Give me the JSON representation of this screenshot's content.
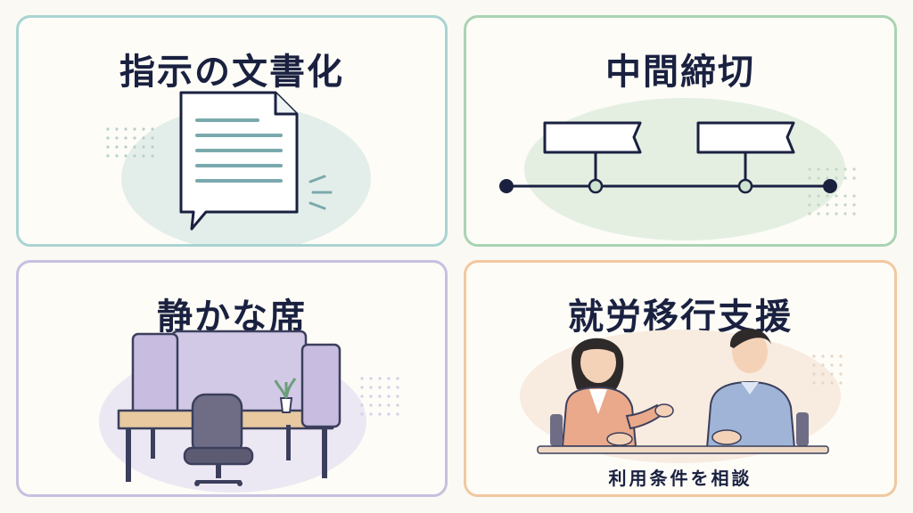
{
  "colors": {
    "card1_border": "#a9d4d2",
    "card2_border": "#a9d3b3",
    "card3_border": "#c9bfe0",
    "card4_border": "#f1c89f",
    "ink": "#1a2140",
    "card1_blob": "#e3eeea",
    "card2_blob": "#e4efe2",
    "card3_blob": "#ece8f3",
    "card4_blob": "#f8ebe0"
  },
  "cards": [
    {
      "title": "指示の文書化",
      "icon": "speech-document-icon"
    },
    {
      "title": "中間締切",
      "icon": "timeline-milestones-icon"
    },
    {
      "title": "静かな席",
      "icon": "partitioned-desk-icon"
    },
    {
      "title": "就労移行支援",
      "icon": "consultation-people-icon",
      "caption": "利用条件を相談"
    }
  ]
}
